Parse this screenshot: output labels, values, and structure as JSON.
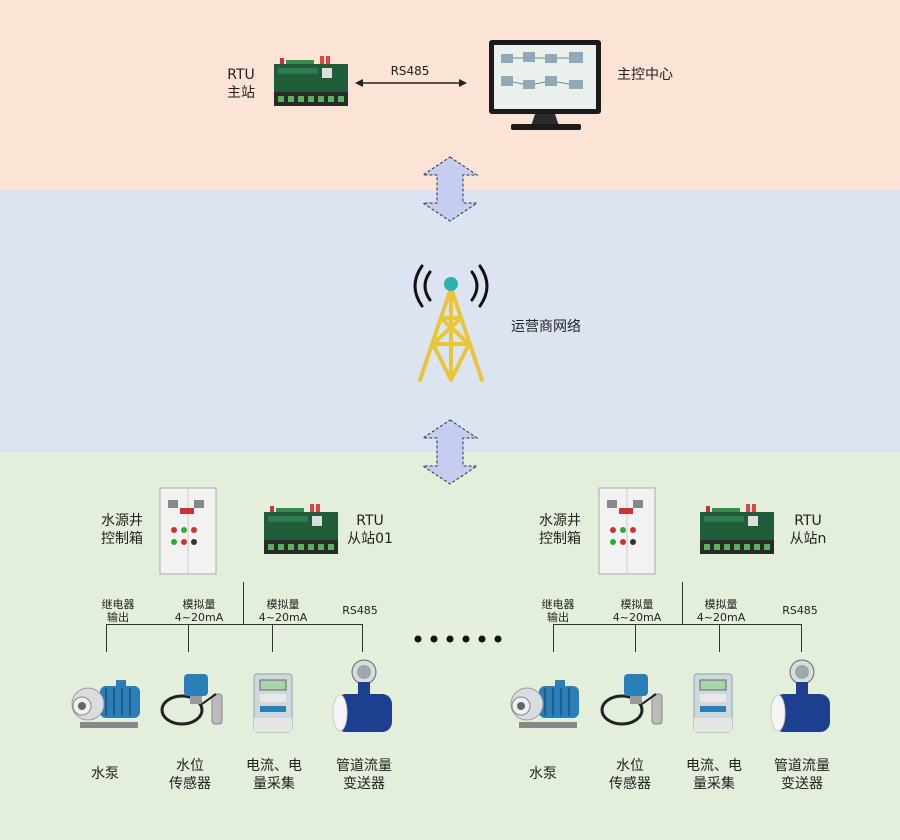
{
  "top": {
    "rtu_master_line1": "RTU",
    "rtu_master_line2": "主站",
    "link_label": "RS485",
    "control_center": "主控中心"
  },
  "middle": {
    "network_label": "运营商网络"
  },
  "sites": [
    {
      "cabinet_line1": "水源井",
      "cabinet_line2": "控制箱",
      "rtu_line1": "RTU",
      "rtu_line2": "从站01",
      "sig_relay_1": "继电器",
      "sig_relay_2": "输出",
      "sig_analog1_1": "模拟量",
      "sig_analog1_2": "4~20mA",
      "sig_analog2_1": "模拟量",
      "sig_analog2_2": "4~20mA",
      "sig_rs485": "RS485",
      "dev_pump": "水泵",
      "dev_level_1": "水位",
      "dev_level_2": "传感器",
      "dev_meter_1": "电流、电",
      "dev_meter_2": "量采集",
      "dev_flow_1": "管道流量",
      "dev_flow_2": "变送器"
    },
    {
      "cabinet_line1": "水源井",
      "cabinet_line2": "控制箱",
      "rtu_line1": "RTU",
      "rtu_line2": "从站n",
      "sig_relay_1": "继电器",
      "sig_relay_2": "输出",
      "sig_analog1_1": "模拟量",
      "sig_analog1_2": "4~20mA",
      "sig_analog2_1": "模拟量",
      "sig_analog2_2": "4~20mA",
      "sig_rs485": "RS485",
      "dev_pump": "水泵",
      "dev_level_1": "水位",
      "dev_level_2": "传感器",
      "dev_meter_1": "电流、电",
      "dev_meter_2": "量采集",
      "dev_flow_1": "管道流量",
      "dev_flow_2": "变送器"
    }
  ],
  "colors": {
    "band_top": "#fbe3d6",
    "band_middle": "#dce3f1",
    "band_bottom": "#e4efdb",
    "arrow_fill": "#c7cdf0",
    "tower": "#e8c63a",
    "tower_top": "#2bb3b0",
    "rtu_board": "#1f5d3a",
    "flow_meter": "#1c3f8f",
    "pump": "#2a7fb8"
  },
  "icons": {
    "rtu_master": "rtu-device-icon",
    "control_center": "monitor-icon",
    "network": "signal-tower-icon",
    "arrows": "double-arrow-icon",
    "cabinet": "control-cabinet-icon",
    "pump": "water-pump-icon",
    "level_sensor": "level-sensor-icon",
    "power_meter": "power-meter-icon",
    "flow_meter": "flow-meter-icon"
  }
}
